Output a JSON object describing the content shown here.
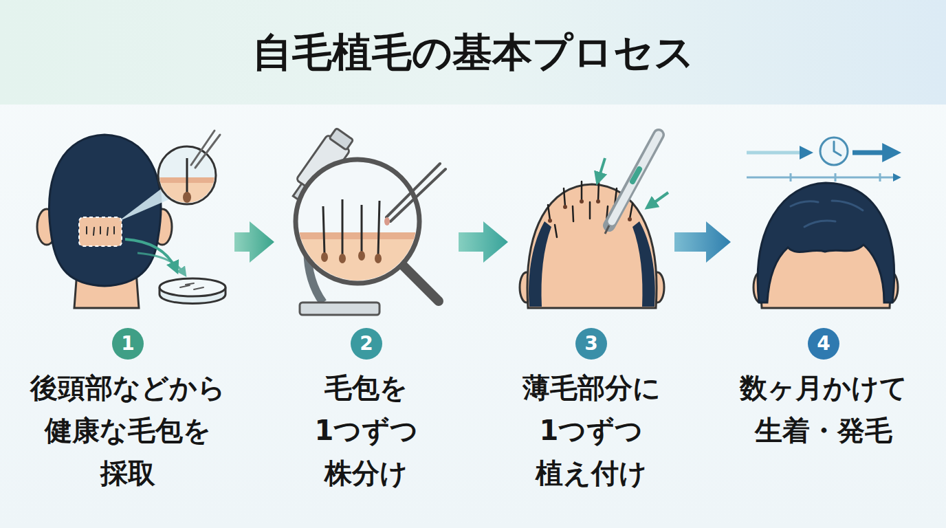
{
  "diagram": {
    "title": "自毛植毛の基本プロセス",
    "nodes": [
      {
        "text": [
          "1",
          "後頭部などから 健康な毛包を 採取"
        ]
      },
      {
        "text": [
          "2",
          "毛包を 1つずつ 株分け"
        ]
      },
      {
        "text": [
          "3",
          "薄毛部分に 1つずつ 植え付け"
        ]
      },
      {
        "text": [
          "4",
          "数ヶ月かけて 生着・発毛"
        ]
      }
    ],
    "edges": [
      {
        "from": 0,
        "to": 1,
        "arrow": "to"
      },
      {
        "from": 1,
        "to": 2,
        "arrow": "to"
      },
      {
        "from": 2,
        "to": 3,
        "arrow": "to"
      }
    ]
  }
}
